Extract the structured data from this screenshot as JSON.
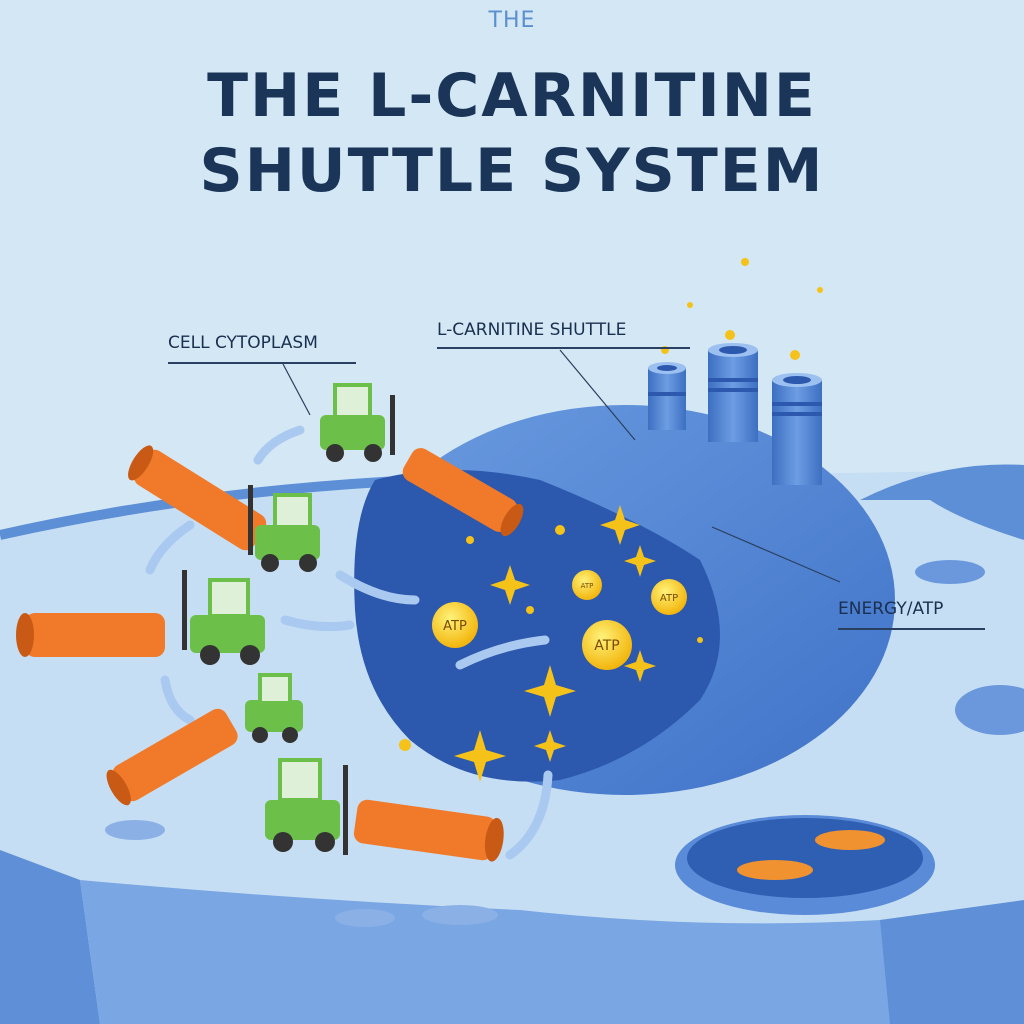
{
  "title": {
    "kicker": "THE",
    "line1": "THE L-CARNITINE",
    "line2": "SHUTTLE SYSTEM"
  },
  "labels": {
    "cytoplasm": "CELL CYTOPLASM",
    "shuttle": "L-CARNITINE SHUTTLE",
    "energy": "ENERGY/ATP"
  },
  "atp_molecules": [
    "ATP",
    "ATP",
    "ATP",
    "ATP"
  ],
  "colors": {
    "background": "#d4e7f4",
    "title": "#1a3558",
    "mitochondrion": "#4a7fd0",
    "matrix": "#2c58ad",
    "fatty_acid": "#f07a2a",
    "forklift": "#6cc04a",
    "atp": "#f5c21a"
  }
}
